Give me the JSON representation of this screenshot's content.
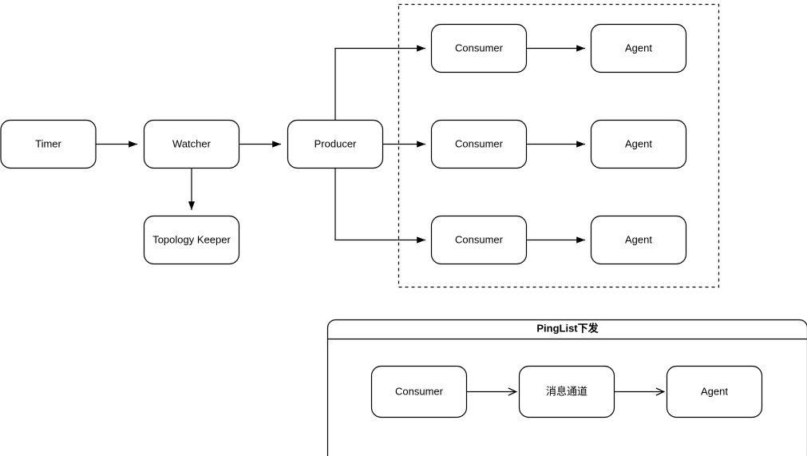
{
  "diagram": {
    "title_visible": false,
    "colors": {
      "stroke": "#000000",
      "fill": "#ffffff",
      "text": "#000000"
    },
    "pipeline_nodes": [
      {
        "id": "timer",
        "label": "Timer"
      },
      {
        "id": "watcher",
        "label": "Watcher"
      },
      {
        "id": "topology-keeper",
        "label": "Topology Keeper"
      },
      {
        "id": "producer",
        "label": "Producer"
      }
    ],
    "fanout_region": {
      "border_style": "dashed",
      "rows": [
        {
          "consumer": "Consumer",
          "agent": "Agent"
        },
        {
          "consumer": "Consumer",
          "agent": "Agent"
        },
        {
          "consumer": "Consumer",
          "agent": "Agent"
        }
      ]
    },
    "pinglist_group": {
      "title": "PingList下发",
      "nodes": [
        {
          "id": "pl-consumer",
          "label": "Consumer"
        },
        {
          "id": "pl-channel",
          "label": "消息通道"
        },
        {
          "id": "pl-agent",
          "label": "Agent"
        }
      ]
    }
  }
}
